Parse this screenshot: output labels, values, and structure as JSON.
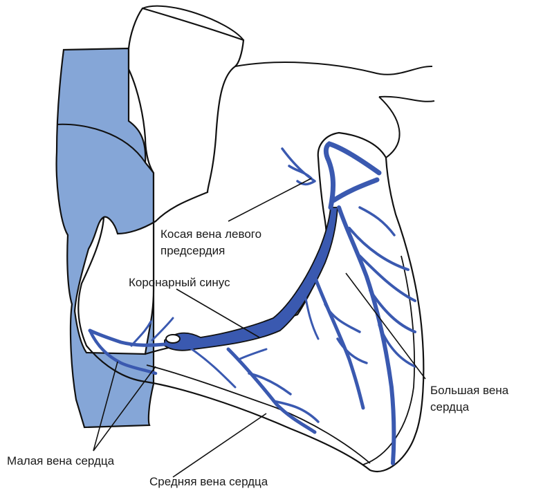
{
  "labels": {
    "oblique_vein_line1": "Косая вена левого",
    "oblique_vein_line2": "предсердия",
    "coronary_sinus": "Коронарный синус",
    "great_vein_line1": "Большая вена",
    "great_vein_line2": "сердца",
    "small_vein": "Малая вена сердца",
    "middle_vein": "Средняя вена сердца"
  },
  "colors": {
    "vein_fill": "#3a59b0",
    "vena_cava_fill": "#85a6d7",
    "outline": "#111111"
  }
}
